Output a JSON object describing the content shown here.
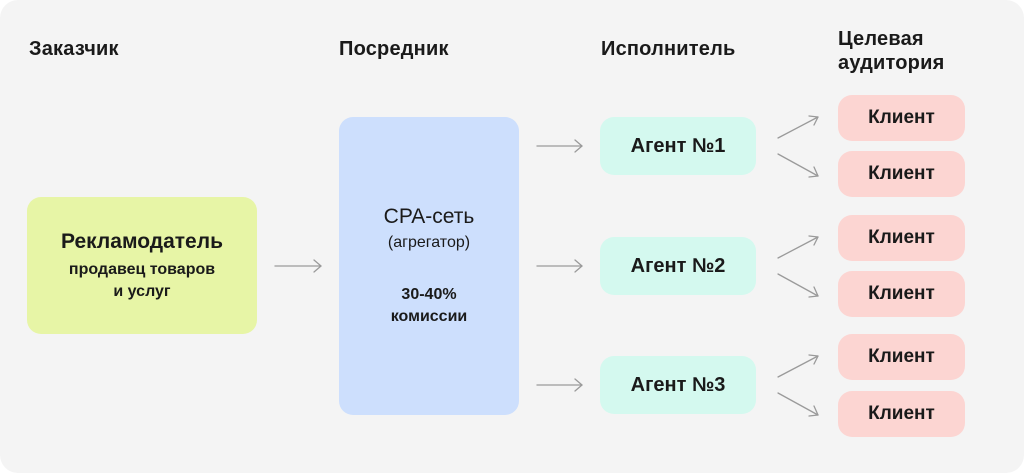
{
  "columns": {
    "customer": "Заказчик",
    "intermediary": "Посредник",
    "executor": "Исполнитель",
    "audience": "Целевая\nаудитория"
  },
  "advertiser": {
    "title": "Рекламодатель",
    "subtitle": "продавец товаров\nи услуг"
  },
  "network": {
    "title": "CPA-сеть",
    "subtitle": "(агрегатор)",
    "commission": "30-40%\nкомиссии"
  },
  "agents": [
    "Агент №1",
    "Агент №2",
    "Агент №3"
  ],
  "clients": [
    "Клиент",
    "Клиент",
    "Клиент",
    "Клиент",
    "Клиент",
    "Клиент"
  ],
  "colors": {
    "background": "#f4f4f4",
    "advertiser": "#e7f5a6",
    "network": "#cddffd",
    "agent": "#d4f9ef",
    "client": "#fcd5d2",
    "arrow": "#9a9a9a"
  }
}
